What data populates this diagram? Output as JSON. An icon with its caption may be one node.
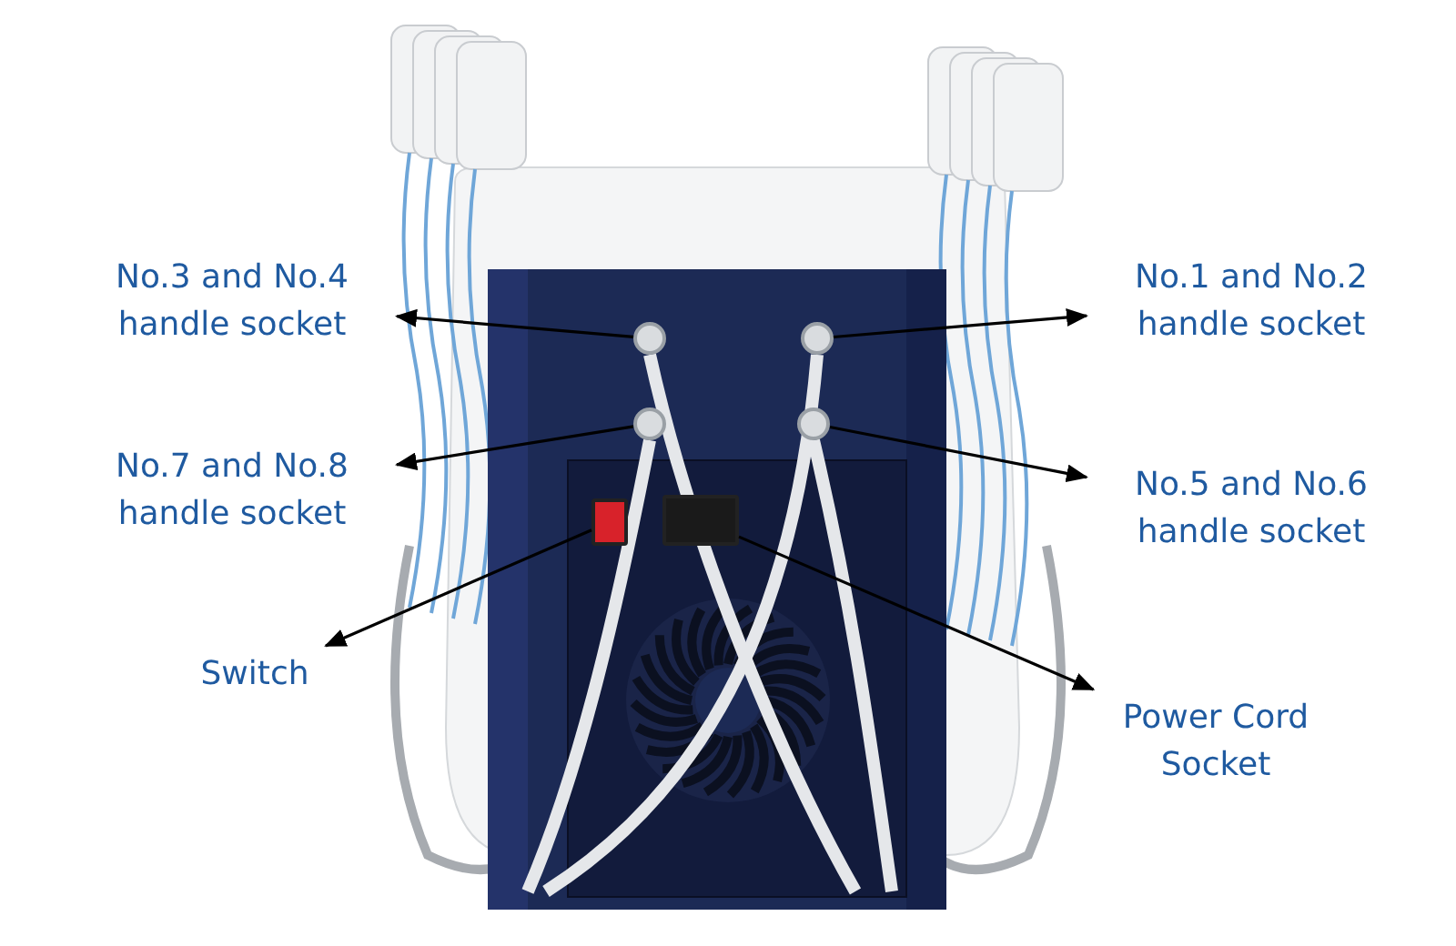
{
  "diagram": {
    "nodes": [
      {
        "text": [
          "No.3 and No.4 handle socket"
        ]
      },
      {
        "text": [
          "No.1 and No.2 handle socket"
        ]
      },
      {
        "text": [
          "No.7 and No.8 handle socket"
        ]
      },
      {
        "text": [
          "No.5 and No.6 handle socket"
        ]
      },
      {
        "text": [
          "Switch"
        ]
      },
      {
        "text": [
          "Power Cord Socket"
        ]
      },
      {
        "text": [],
        "shape": "circle"
      },
      {
        "text": [],
        "shape": "circle"
      },
      {
        "text": [],
        "shape": "circle"
      },
      {
        "text": [],
        "shape": "circle"
      },
      {
        "text": [],
        "shape": "box"
      },
      {
        "text": [],
        "shape": "box"
      }
    ],
    "edges": [
      {
        "from": 6,
        "to": 0,
        "arrow": "to"
      },
      {
        "from": 7,
        "to": 1,
        "arrow": "to"
      },
      {
        "from": 8,
        "to": 2,
        "arrow": "to"
      },
      {
        "from": 9,
        "to": 3,
        "arrow": "to"
      },
      {
        "from": 10,
        "to": 4,
        "arrow": "to"
      },
      {
        "from": 11,
        "to": 5,
        "arrow": "to"
      }
    ]
  }
}
